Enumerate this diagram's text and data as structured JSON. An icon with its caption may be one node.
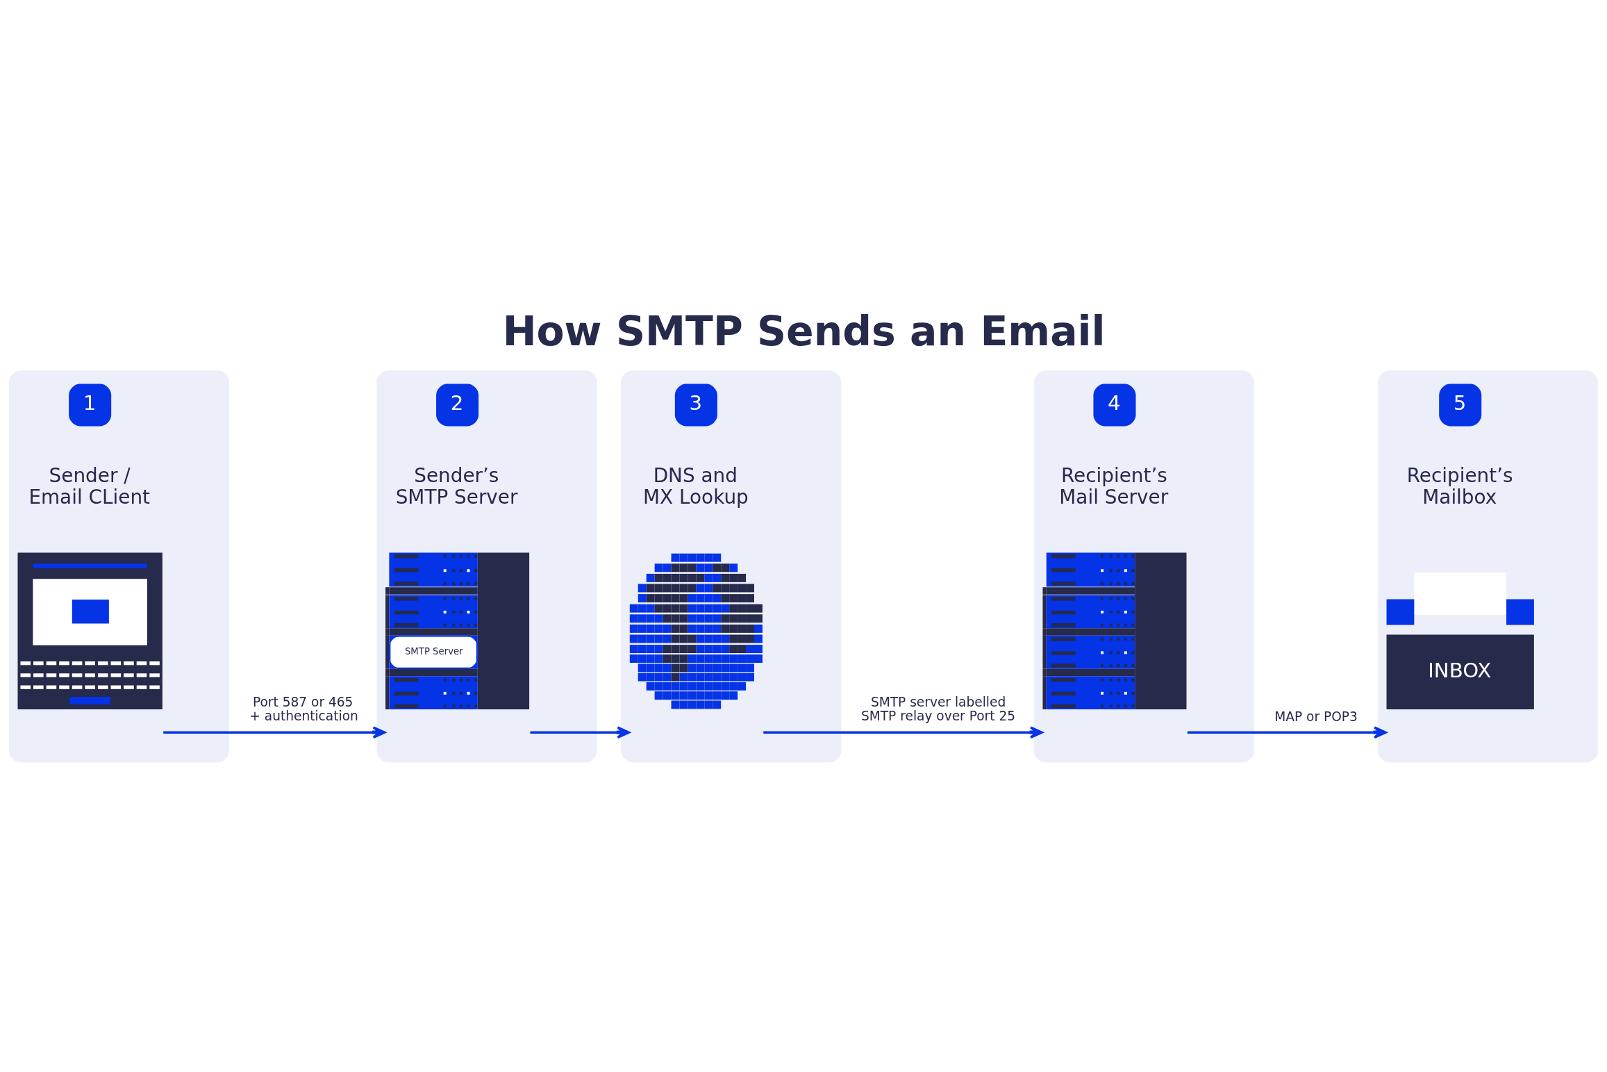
{
  "diagram": {
    "title": "How SMTP Sends an Email",
    "nodes": [
      {
        "text": [
          "1",
          "Sender / Email CLient"
        ]
      },
      {
        "text": [
          "2",
          "Sender’s SMTP Server",
          "SMTP Server"
        ]
      },
      {
        "text": [
          "3",
          "DNS and MX Lookup"
        ]
      },
      {
        "text": [
          "4",
          "Recipient’s Mail Server"
        ]
      },
      {
        "text": [
          "5",
          "Recipient’s Mailbox",
          "INBOX"
        ]
      }
    ],
    "edges": [
      {
        "from": 0,
        "to": 1,
        "arrow": "to",
        "label": "Port 587 or 465 + authentication"
      },
      {
        "from": 1,
        "to": 2,
        "arrow": "to"
      },
      {
        "from": 2,
        "to": 3,
        "arrow": "to",
        "label": "SMTP server labelled SMTP relay over Port 25"
      },
      {
        "from": 3,
        "to": 4,
        "arrow": "to",
        "label": "MAP or POP3"
      }
    ]
  }
}
